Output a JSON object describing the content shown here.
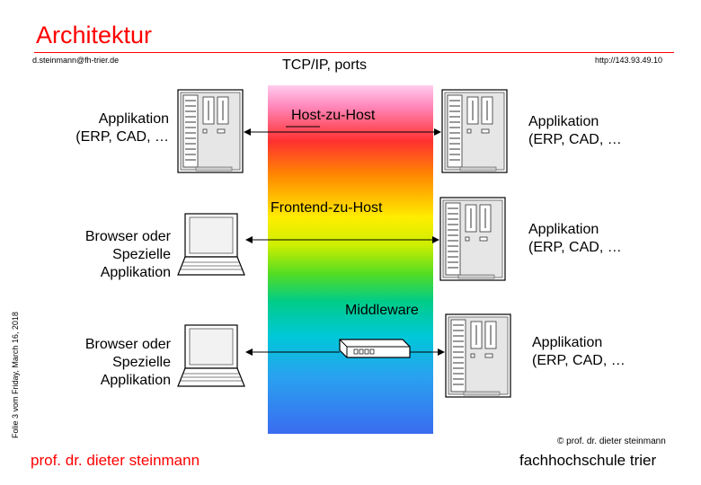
{
  "header": {
    "title": "Architektur",
    "email": "d.steinmann@fh-trier.de",
    "url": "http://143.93.49.10"
  },
  "diagram": {
    "protocol_label": "TCP/IP, ports",
    "host_to_host": "Host-zu-Host",
    "frontend_to_host": "Frontend-zu-Host",
    "middleware": "Middleware",
    "left_app": [
      "Applikation",
      "(ERP, CAD, …"
    ],
    "right_app_1": [
      "Applikation",
      "(ERP, CAD, …"
    ],
    "right_app_2": [
      "Applikation",
      "(ERP, CAD, …"
    ],
    "right_app_3": [
      "Applikation",
      "(ERP, CAD, …"
    ],
    "browser_1": [
      "Browser oder",
      "Spezielle",
      "Applikation"
    ],
    "browser_2": [
      "Browser oder",
      "Spezielle",
      "Applikation"
    ]
  },
  "footer": {
    "author": "prof. dr. dieter steinmann",
    "institution": "fachhochschule trier",
    "copyright": "© prof. dr. dieter steinmann",
    "slide_info": "Folie 3 vom Friday, March 16, 2018"
  }
}
